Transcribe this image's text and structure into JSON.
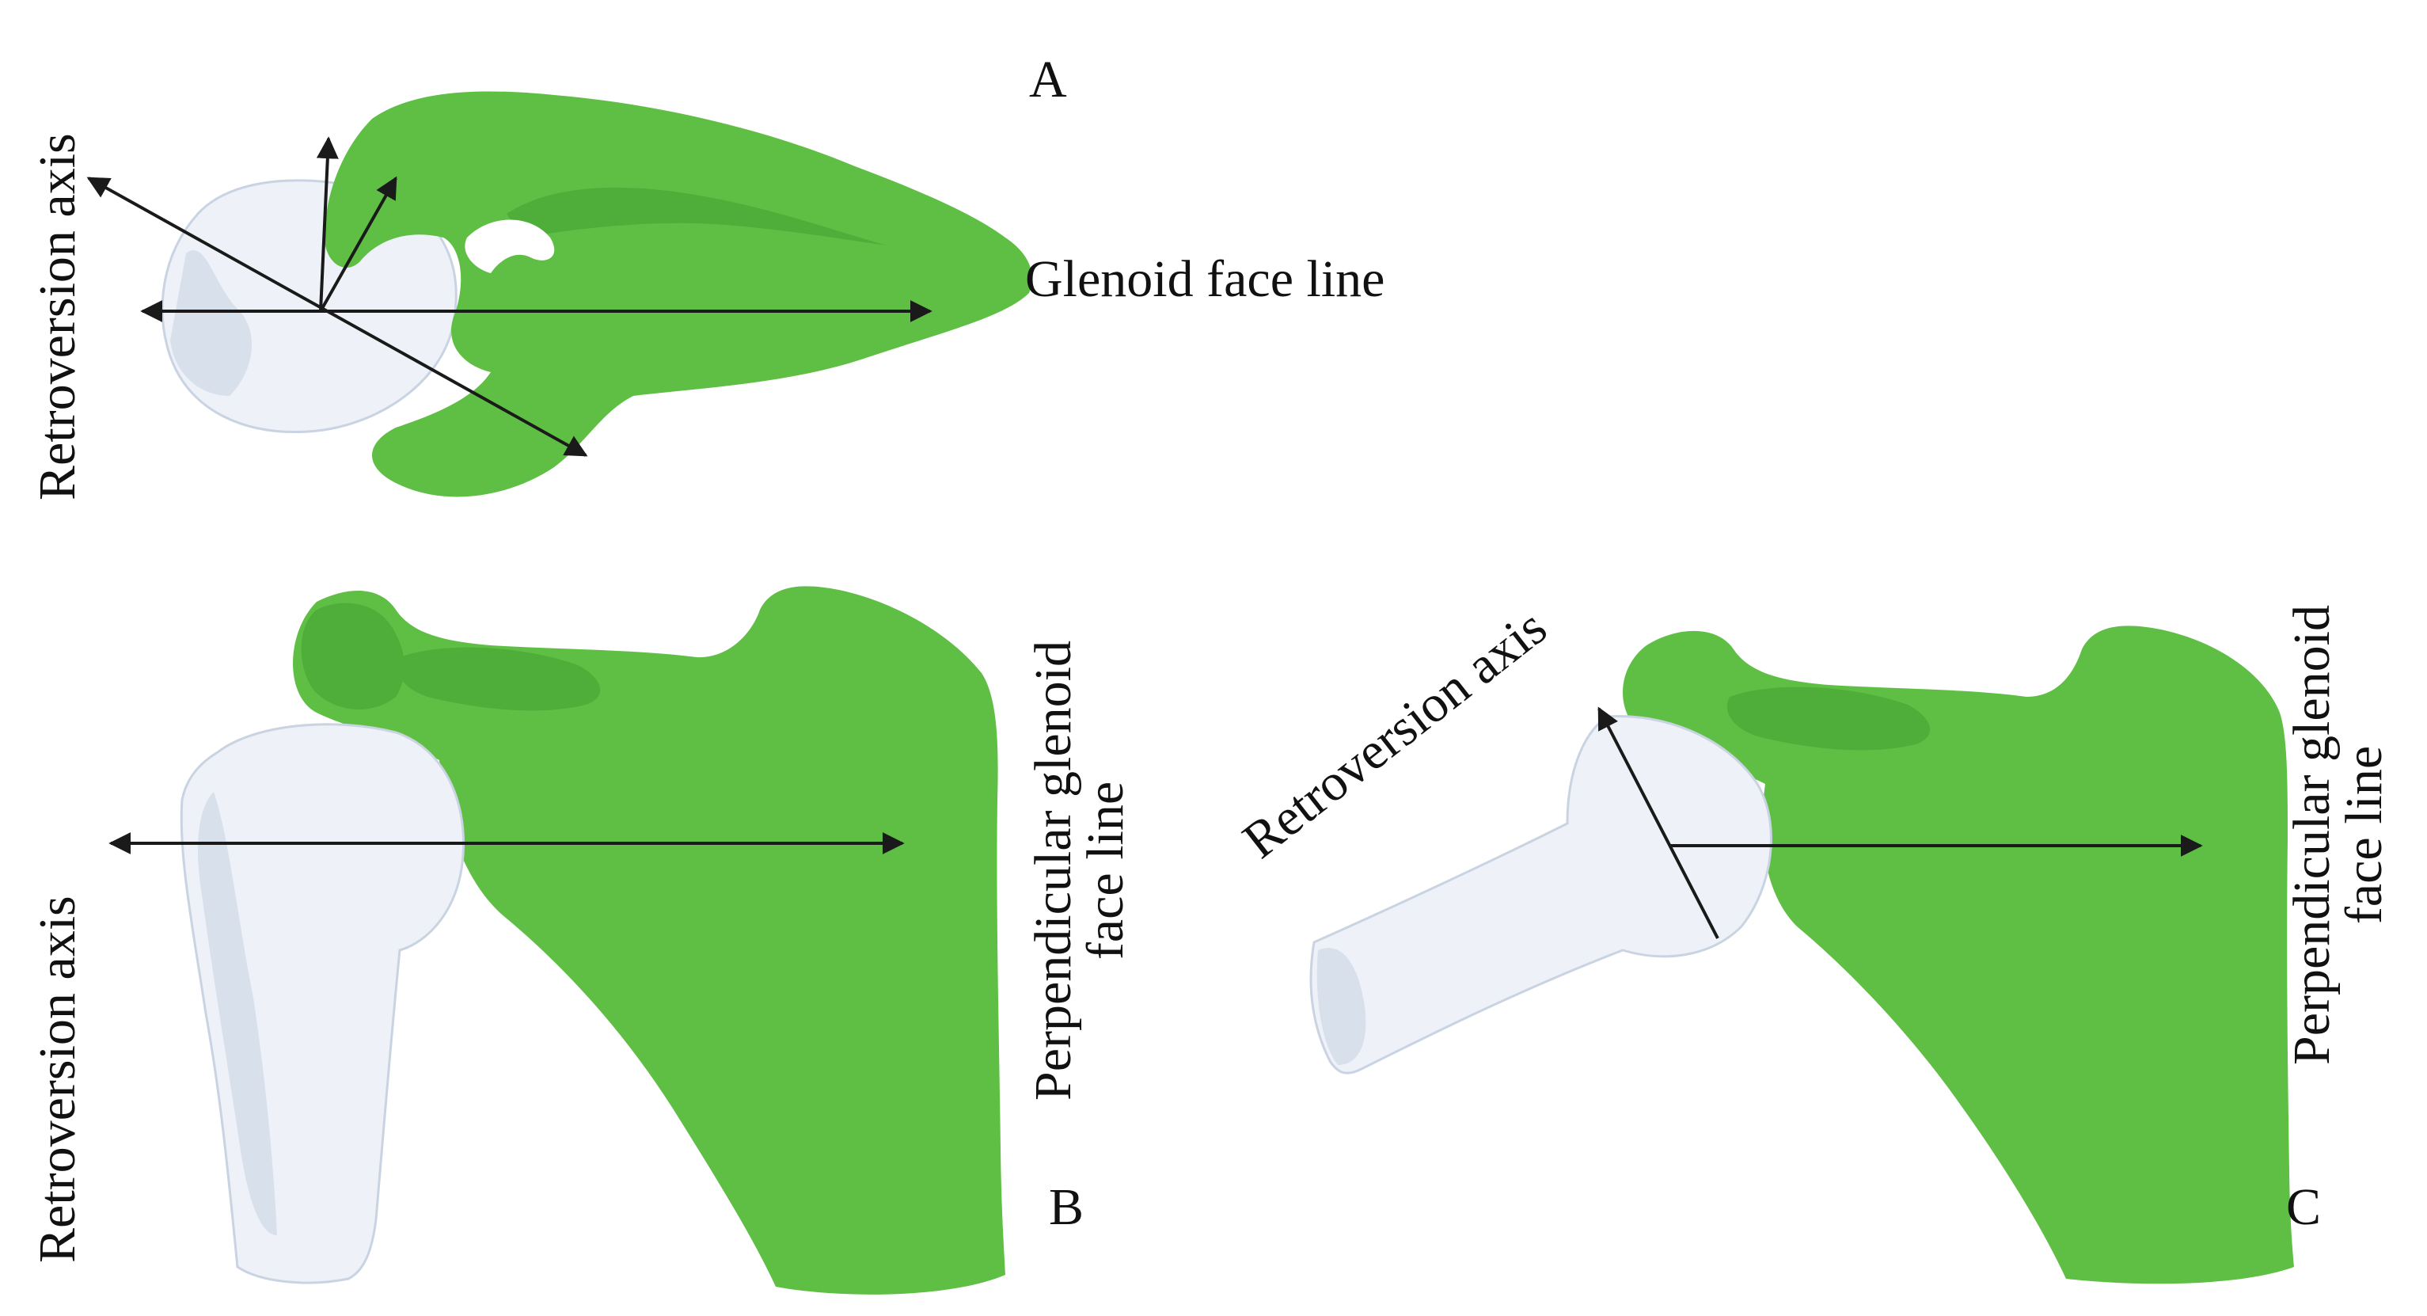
{
  "colors": {
    "scapula": "#5fbf45",
    "scapula_shade": "#4fae39",
    "humerus": "#eef2f8",
    "humerus_shade": "#c9d3e2",
    "arrow": "#1a1a1a"
  },
  "panels": {
    "a": {
      "letter": "A",
      "retroversion_label": "Retroversion axis",
      "glenoid_label": "Glenoid face line"
    },
    "b": {
      "letter": "B",
      "retroversion_label": "Retroversion axis",
      "perpendicular_line1": "Perpendicular glenoid",
      "perpendicular_line2": "face line"
    },
    "c": {
      "letter": "C",
      "retroversion_label": "Retroversion axis",
      "perpendicular_line1": "Perpendicular glenoid",
      "perpendicular_line2": "face line"
    }
  }
}
